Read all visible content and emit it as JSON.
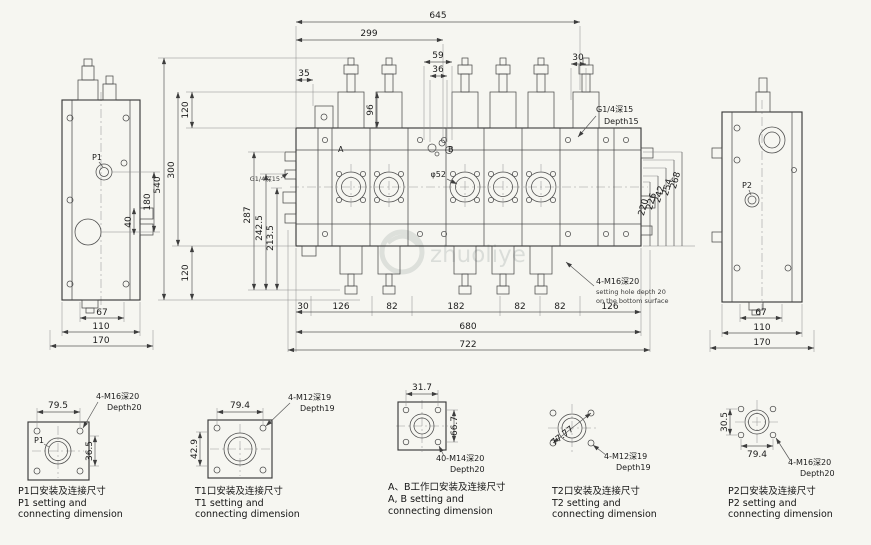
{
  "watermark": {
    "text": "zhuoliye"
  },
  "dims": {
    "t645": "645",
    "t299": "299",
    "t59": "59",
    "t36": "36",
    "t35": "35",
    "t30": "30",
    "l120t": "120",
    "l300": "300",
    "l540": "540",
    "l287": "287",
    "l242": "242.5",
    "l213": "213.5",
    "l120b": "120",
    "s180": "180",
    "s40": "40",
    "s67": "67",
    "s110": "110",
    "s170": "170",
    "m96": "96",
    "m52": "φ52",
    "r220": "220",
    "r226": "226",
    "r242": "242",
    "r254": "254",
    "r268": "268",
    "b30": "30",
    "b126a": "126",
    "b82a": "82",
    "b182": "182",
    "b82b": "82",
    "b82c": "82",
    "b126b": "126",
    "b680": "680",
    "b722": "722",
    "rs67": "67",
    "rs110": "110",
    "rs170": "170"
  },
  "labels": {
    "p1": "P1",
    "p2": "P2",
    "a": "A",
    "b": "B"
  },
  "notes": {
    "g14_right": "G1/4深15",
    "g14_right_en": "Depth15",
    "g14_left": "G1/4深15",
    "bot_cn": "4-M16深20",
    "bot_en1": "setting hole depth 20",
    "bot_en2": "on the bottom surface"
  },
  "details": [
    {
      "dim_top": "79.5",
      "dim_left": "36.5",
      "port": "P1",
      "callout_cn": "4-M16深20",
      "callout_en": "Depth20",
      "caption_cn": "P1口安装及连接尺寸",
      "caption_en1": "P1 setting and",
      "caption_en2": "connecting dimension"
    },
    {
      "dim_top": "79.4",
      "dim_left": "42.9",
      "callout_cn": "4-M12深19",
      "callout_en": "Depth19",
      "caption_cn": "T1口安装及连接尺寸",
      "caption_en1": "T1 setting and",
      "caption_en2": "connecting dimension"
    },
    {
      "dim_top": "31.7",
      "dim_left": "66.7",
      "callout_cn": "40-M14深20",
      "callout_en": "Depth20",
      "caption_cn": "A、B工作口安装及连接尺寸",
      "caption_en1": "A, B setting and",
      "caption_en2": "connecting dimension"
    },
    {
      "dim_top": "77.77",
      "callout_cn": "4-M12深19",
      "callout_en": "Depth19",
      "caption_cn": "T2口安装及连接尺寸",
      "caption_en1": "T2 setting and",
      "caption_en2": "connecting dimension"
    },
    {
      "dim_top": "79.4",
      "dim_left": "30.5",
      "callout_cn": "4-M16深20",
      "callout_en": "Depth20",
      "caption_cn": "P2口安装及连接尺寸",
      "caption_en1": "P2 setting and",
      "caption_en2": "connecting dimension"
    }
  ]
}
